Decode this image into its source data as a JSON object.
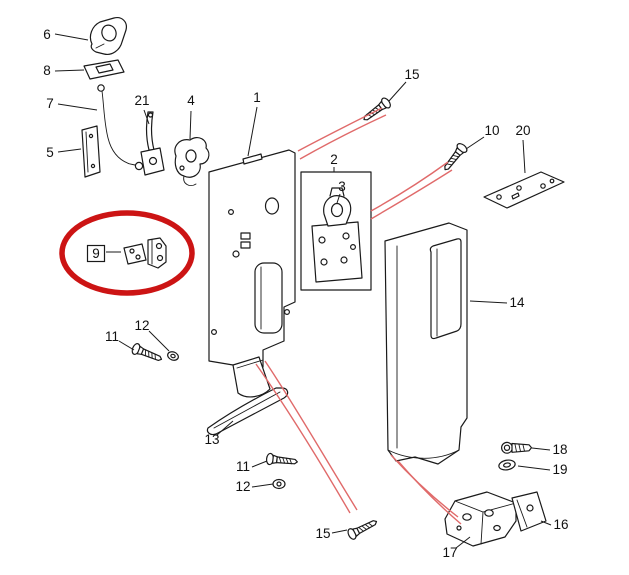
{
  "diagram": {
    "type": "exploded-parts-diagram",
    "colors": {
      "background": "#ffffff",
      "line": "#1a1a1a",
      "red_leader": "#e06a6a",
      "highlight": "#cc1414"
    },
    "highlighted_callout": "9",
    "callouts": [
      {
        "text": "6"
      },
      {
        "text": "8"
      },
      {
        "text": "7"
      },
      {
        "text": "5"
      },
      {
        "text": "21"
      },
      {
        "text": "4"
      },
      {
        "text": "1"
      },
      {
        "text": "15"
      },
      {
        "text": "2"
      },
      {
        "text": "3"
      },
      {
        "text": "10"
      },
      {
        "text": "20"
      },
      {
        "text": "9"
      },
      {
        "text": "14"
      },
      {
        "text": "11"
      },
      {
        "text": "12"
      },
      {
        "text": "13"
      },
      {
        "text": "11"
      },
      {
        "text": "12"
      },
      {
        "text": "15"
      },
      {
        "text": "17"
      },
      {
        "text": "16"
      },
      {
        "text": "18"
      },
      {
        "text": "19"
      }
    ]
  }
}
